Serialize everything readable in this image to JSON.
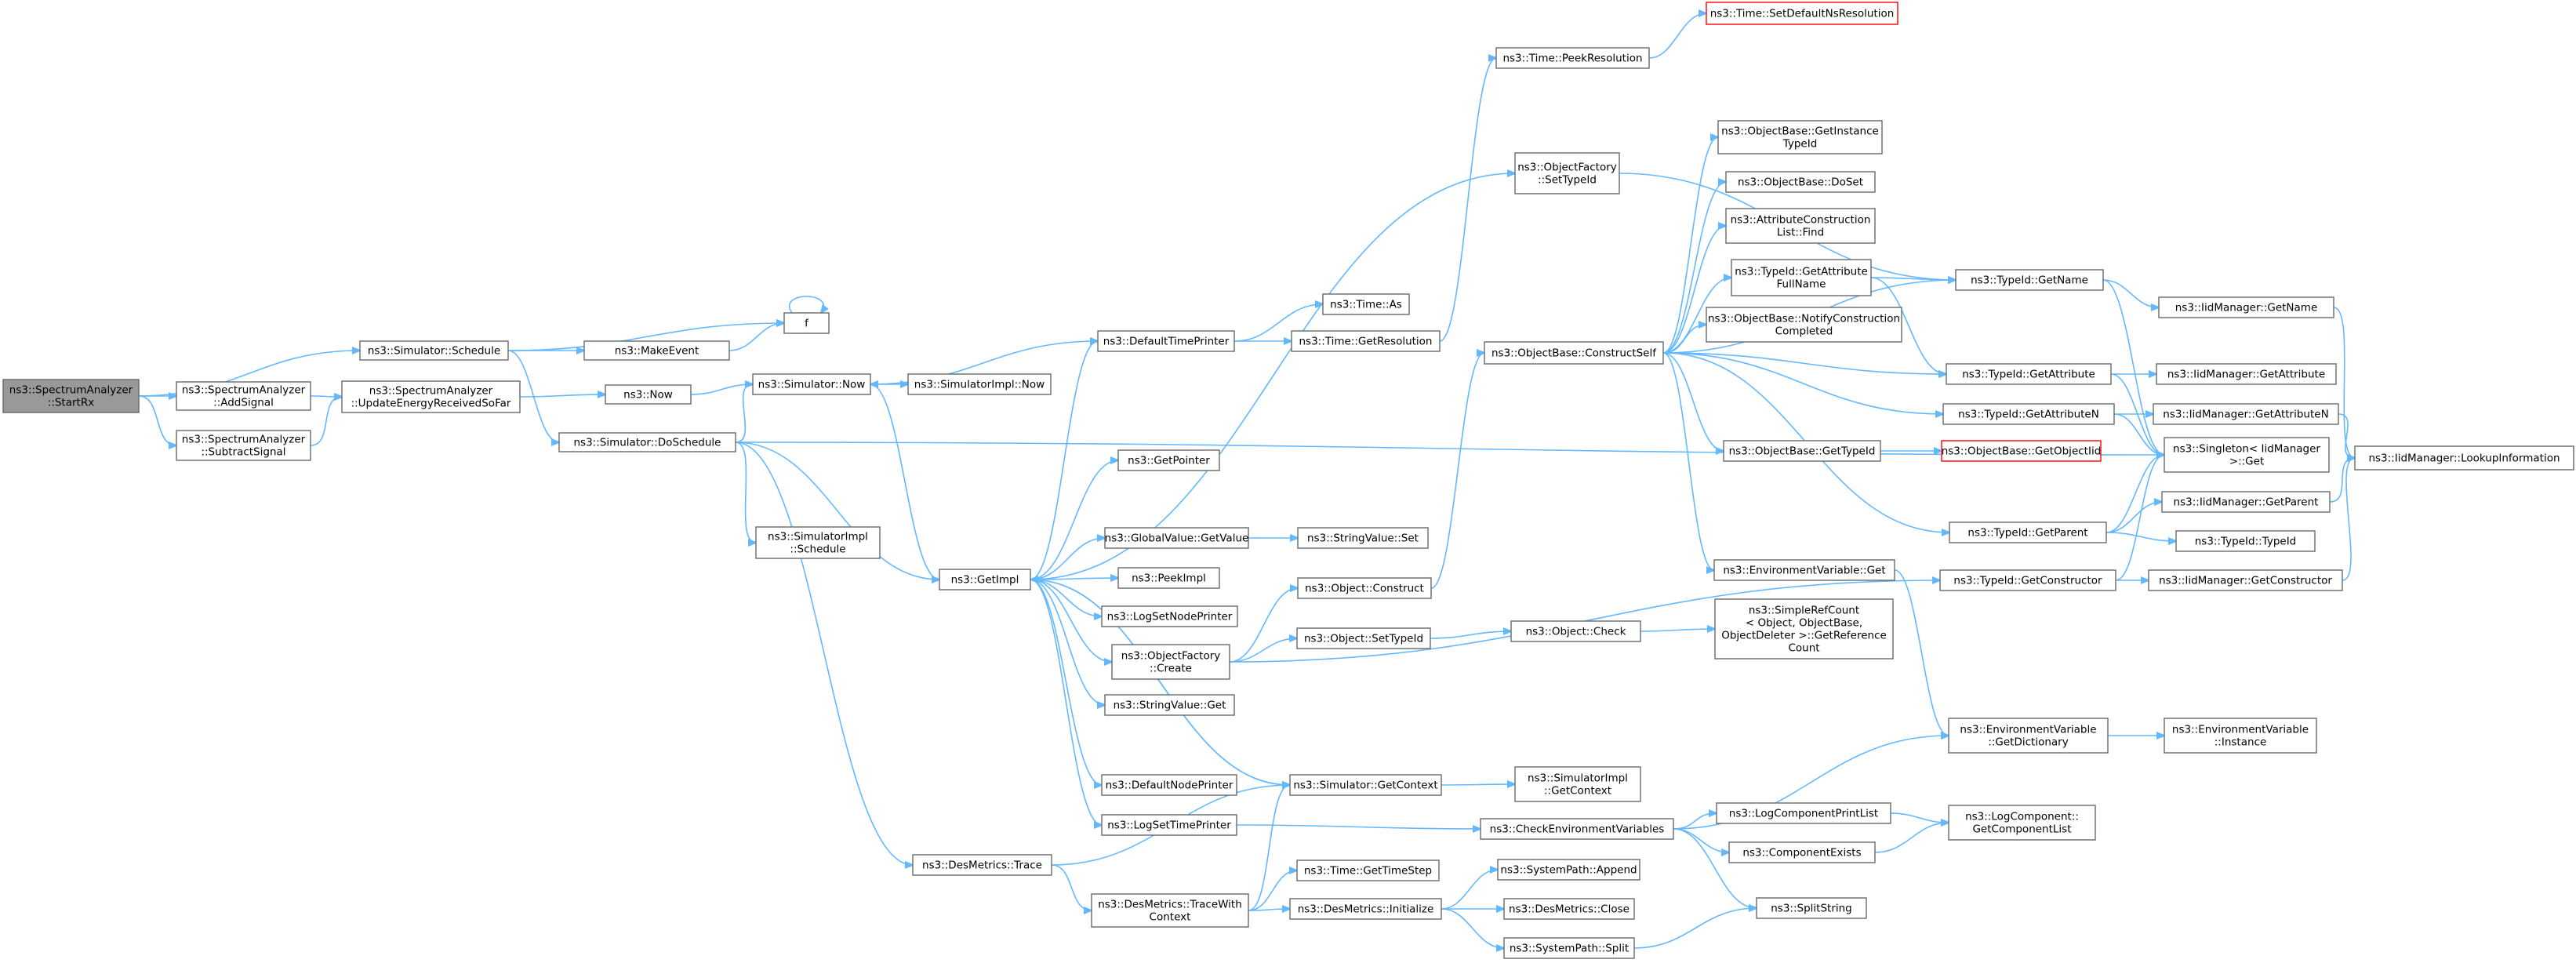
{
  "diagram": {
    "nodes": [
      {
        "id": "startrx",
        "lines": [
          "ns3::SpectrumAnalyzer",
          "::StartRx"
        ],
        "style": "root"
      },
      {
        "id": "addsignal",
        "lines": [
          "ns3::SpectrumAnalyzer",
          "::AddSignal"
        ]
      },
      {
        "id": "subtractsignal",
        "lines": [
          "ns3::SpectrumAnalyzer",
          "::SubtractSignal"
        ]
      },
      {
        "id": "updateenergy",
        "lines": [
          "ns3::SpectrumAnalyzer",
          "::UpdateEnergyReceivedSoFar"
        ]
      },
      {
        "id": "schedule",
        "lines": [
          "ns3::Simulator::Schedule"
        ]
      },
      {
        "id": "f",
        "lines": [
          "f"
        ]
      },
      {
        "id": "makeevent",
        "lines": [
          "ns3::MakeEvent"
        ]
      },
      {
        "id": "now",
        "lines": [
          "ns3::Now"
        ]
      },
      {
        "id": "doschedule",
        "lines": [
          "ns3::Simulator::DoSchedule"
        ]
      },
      {
        "id": "simnow",
        "lines": [
          "ns3::Simulator::Now"
        ]
      },
      {
        "id": "simimplnow",
        "lines": [
          "ns3::SimulatorImpl::Now"
        ]
      },
      {
        "id": "simimplschedule",
        "lines": [
          "ns3::SimulatorImpl",
          "::Schedule"
        ]
      },
      {
        "id": "getimpl",
        "lines": [
          "ns3::GetImpl"
        ]
      },
      {
        "id": "desmetricstrace",
        "lines": [
          "ns3::DesMetrics::Trace"
        ]
      },
      {
        "id": "defaulttimeprinter",
        "lines": [
          "ns3::DefaultTimePrinter"
        ]
      },
      {
        "id": "timeas",
        "lines": [
          "ns3::Time::As"
        ]
      },
      {
        "id": "timegetres",
        "lines": [
          "ns3::Time::GetResolution"
        ]
      },
      {
        "id": "timepeekres",
        "lines": [
          "ns3::Time::PeekResolution"
        ]
      },
      {
        "id": "timesetdefault",
        "lines": [
          "ns3::Time::SetDefaultNsResolution"
        ],
        "style": "red"
      },
      {
        "id": "getpointer",
        "lines": [
          "ns3::GetPointer"
        ]
      },
      {
        "id": "globalvalueget",
        "lines": [
          "ns3::GlobalValue::GetValue"
        ]
      },
      {
        "id": "stringvalueset",
        "lines": [
          "ns3::StringValue::Set"
        ]
      },
      {
        "id": "peekimpl",
        "lines": [
          "ns3::PeekImpl"
        ]
      },
      {
        "id": "logsetnodeprinter",
        "lines": [
          "ns3::LogSetNodePrinter"
        ]
      },
      {
        "id": "objfactorycreate",
        "lines": [
          "ns3::ObjectFactory",
          "::Create"
        ]
      },
      {
        "id": "stringvalueget",
        "lines": [
          "ns3::StringValue::Get"
        ]
      },
      {
        "id": "defaultnodeprinter",
        "lines": [
          "ns3::DefaultNodePrinter"
        ]
      },
      {
        "id": "logsettimeprinter",
        "lines": [
          "ns3::LogSetTimePrinter"
        ]
      },
      {
        "id": "desmetricstracewith",
        "lines": [
          "ns3::DesMetrics::TraceWith",
          "Context"
        ]
      },
      {
        "id": "objconstruct",
        "lines": [
          "ns3::Object::Construct"
        ]
      },
      {
        "id": "objsettypeid",
        "lines": [
          "ns3::Object::SetTypeId"
        ]
      },
      {
        "id": "simgetcontext",
        "lines": [
          "ns3::Simulator::GetContext"
        ]
      },
      {
        "id": "timegetstep",
        "lines": [
          "ns3::Time::GetTimeStep"
        ]
      },
      {
        "id": "desmetricsinit",
        "lines": [
          "ns3::DesMetrics::Initialize"
        ]
      },
      {
        "id": "objfactorysettypeid",
        "lines": [
          "ns3::ObjectFactory",
          "::SetTypeId"
        ]
      },
      {
        "id": "constructself",
        "lines": [
          "ns3::ObjectBase::ConstructSelf"
        ]
      },
      {
        "id": "objcheck",
        "lines": [
          "ns3::Object::Check"
        ]
      },
      {
        "id": "simimplgetcontext",
        "lines": [
          "ns3::SimulatorImpl",
          "::GetContext"
        ]
      },
      {
        "id": "checkenvvars",
        "lines": [
          "ns3::CheckEnvironmentVariables"
        ]
      },
      {
        "id": "syspathappend",
        "lines": [
          "ns3::SystemPath::Append"
        ]
      },
      {
        "id": "desmetricsclose",
        "lines": [
          "ns3::DesMetrics::Close"
        ]
      },
      {
        "id": "syspathsplit",
        "lines": [
          "ns3::SystemPath::Split"
        ]
      },
      {
        "id": "obgetinstancetypeid",
        "lines": [
          "ns3::ObjectBase::GetInstance",
          "TypeId"
        ]
      },
      {
        "id": "obdoset",
        "lines": [
          "ns3::ObjectBase::DoSet"
        ]
      },
      {
        "id": "attrconstrfind",
        "lines": [
          "ns3::AttributeConstruction",
          "List::Find"
        ]
      },
      {
        "id": "typeidgetattrfullname",
        "lines": [
          "ns3::TypeId::GetAttribute",
          "FullName"
        ]
      },
      {
        "id": "obnotifyconstruction",
        "lines": [
          "ns3::ObjectBase::NotifyConstruction",
          "Completed"
        ]
      },
      {
        "id": "obgettypeid",
        "lines": [
          "ns3::ObjectBase::GetTypeId"
        ]
      },
      {
        "id": "obgetobjectiid",
        "lines": [
          "ns3::ObjectBase::GetObjectIid"
        ],
        "style": "red"
      },
      {
        "id": "envvarget",
        "lines": [
          "ns3::EnvironmentVariable::Get"
        ]
      },
      {
        "id": "simplerefcount",
        "lines": [
          "ns3::SimpleRefCount",
          "< Object, ObjectBase,",
          "ObjectDeleter >::GetReference",
          "Count"
        ]
      },
      {
        "id": "logcomponentprintlist",
        "lines": [
          "ns3::LogComponentPrintList"
        ]
      },
      {
        "id": "componentexists",
        "lines": [
          "ns3::ComponentExists"
        ]
      },
      {
        "id": "splitstring",
        "lines": [
          "ns3::SplitString"
        ]
      },
      {
        "id": "typeidgetname",
        "lines": [
          "ns3::TypeId::GetName"
        ]
      },
      {
        "id": "typeidgetattribute",
        "lines": [
          "ns3::TypeId::GetAttribute"
        ]
      },
      {
        "id": "typeidgetattributen",
        "lines": [
          "ns3::TypeId::GetAttributeN"
        ]
      },
      {
        "id": "singletonget",
        "lines": [
          "ns3::Singleton< IidManager",
          ">::Get"
        ]
      },
      {
        "id": "typeidgetparent",
        "lines": [
          "ns3::TypeId::GetParent"
        ]
      },
      {
        "id": "typeidgetconstructor",
        "lines": [
          "ns3::TypeId::GetConstructor"
        ]
      },
      {
        "id": "envvargetdict",
        "lines": [
          "ns3::EnvironmentVariable",
          "::GetDictionary"
        ]
      },
      {
        "id": "logcomponentgetlist",
        "lines": [
          "ns3::LogComponent::",
          "GetComponentList"
        ]
      },
      {
        "id": "iidgetname",
        "lines": [
          "ns3::IidManager::GetName"
        ]
      },
      {
        "id": "iidgetattribute",
        "lines": [
          "ns3::IidManager::GetAttribute"
        ]
      },
      {
        "id": "iidgetattributen",
        "lines": [
          "ns3::IidManager::GetAttributeN"
        ]
      },
      {
        "id": "iidgetparent",
        "lines": [
          "ns3::IidManager::GetParent"
        ]
      },
      {
        "id": "typeidtypeid",
        "lines": [
          "ns3::TypeId::TypeId"
        ]
      },
      {
        "id": "iidgetconstructor",
        "lines": [
          "ns3::IidManager::GetConstructor"
        ]
      },
      {
        "id": "envvarinstance",
        "lines": [
          "ns3::EnvironmentVariable",
          "::Instance"
        ]
      },
      {
        "id": "iidlookupinfo",
        "lines": [
          "ns3::IidManager::LookupInformation"
        ]
      }
    ]
  }
}
